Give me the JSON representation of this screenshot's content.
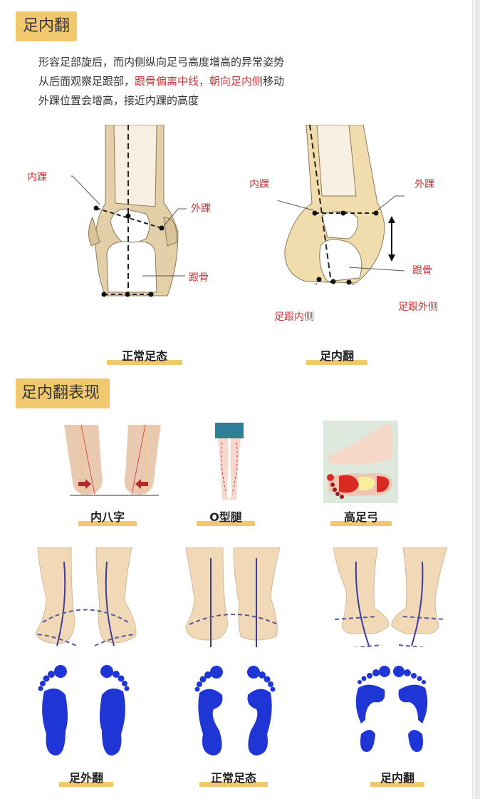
{
  "section1": {
    "title": "足内翻",
    "description": [
      {
        "parts": [
          {
            "text": "形容足部旋后，而内侧纵向足弓高度增高的异常姿势",
            "highlight": false
          }
        ]
      },
      {
        "parts": [
          {
            "text": "从后面观察足跟部，",
            "highlight": false
          },
          {
            "text": "跟骨偏离中线，朝向足内侧",
            "highlight": true
          },
          {
            "text": "移动",
            "highlight": false
          }
        ]
      },
      {
        "parts": [
          {
            "text": "外踝位置会增高，接近内踝的高度",
            "highlight": false
          }
        ]
      }
    ],
    "diagram_normal": {
      "caption": "正常足态",
      "labels": {
        "medial_malleolus": "内踝",
        "lateral_malleolus": "外踝",
        "calcaneus": "跟骨"
      }
    },
    "diagram_inversion": {
      "caption": "足内翻",
      "labels": {
        "medial_malleolus": "内踝",
        "lateral_malleolus": "外踝",
        "calcaneus": "跟骨",
        "heel_medial": "足跟内侧",
        "heel_lateral": "足跟外侧"
      }
    }
  },
  "section2": {
    "title": "足内翻表现",
    "symptoms": [
      {
        "caption": "内八字"
      },
      {
        "caption": "O型腿"
      },
      {
        "caption": "高足弓"
      }
    ],
    "comparisons": [
      {
        "caption": "足外翻"
      },
      {
        "caption": "正常足态"
      },
      {
        "caption": "足内翻"
      }
    ]
  },
  "colors": {
    "tag_bg": "#f2c86e",
    "highlight_red": "#c8383a",
    "footprint_blue": "#1f35d6",
    "skin": "#f1d9b8",
    "bone_tan": "#e3cfa8"
  }
}
